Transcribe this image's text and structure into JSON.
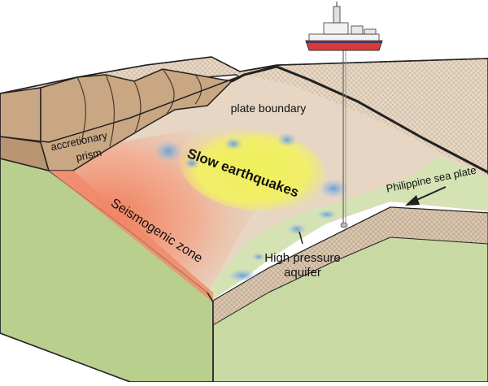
{
  "labels": {
    "accretionary_prism_line1": "accretionary",
    "accretionary_prism_line2": "prism",
    "plate_boundary": "plate boundary",
    "slow_earthquakes": "Slow earthquakes",
    "seismogenic_zone": "Seismogenic zone",
    "philippine_sea_plate": "Philippine sea plate",
    "high_pressure_line1": "High pressure",
    "high_pressure_line2": "aquifer"
  },
  "colors": {
    "sediment_tan": "#e6d6c3",
    "prism_brown": "#c9a782",
    "lower_plate_green": "#c8d9a4",
    "seismogenic_red": "#f08a6a",
    "slow_eq_yellow": "#f2ee6a",
    "aquifer_blue": "#7fa8d6",
    "ship_red": "#d83a3a"
  }
}
